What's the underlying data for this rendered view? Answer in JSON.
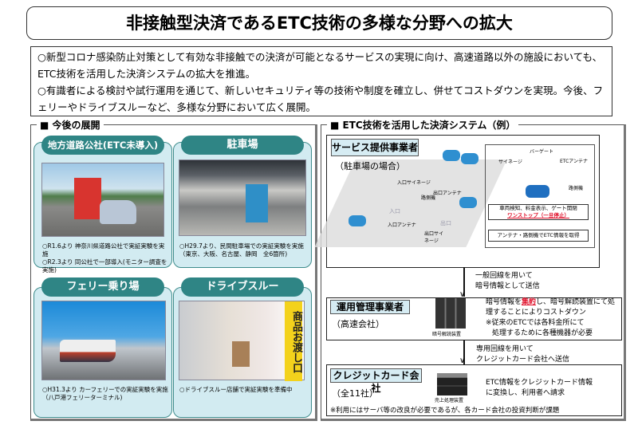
{
  "title": "非接触型決済であるETC技術の多様な分野への拡大",
  "intro": [
    "○新型コロナ感染防止対策として有効な非接触での決済が可能となるサービスの実現に向け、高速道路以外の施設においても、ETC技術を活用した決済システムの拡大を推進。",
    "○有識者による検討や試行運用を通じて、新しいセキュリティ等の技術や制度を確立し、併せてコストダウンを実現。今後、フェリーやドライブスルーなど、多様な分野において広く展開。"
  ],
  "left": {
    "heading": "■ 今後の展開",
    "cards": [
      {
        "title": "地方道路公社(ETC未導入)",
        "caption": [
          "○R1.6より 神奈川県道路公社で実証実験を実施",
          "○R2.3より 同公社で一部導入(モニター調査を実施)"
        ]
      },
      {
        "title": "駐車場",
        "caption": [
          "○H29.7より、民間駐車場での実証実験を実施",
          "（東京、大阪、名古屋、静岡　全6箇所)"
        ]
      },
      {
        "title": "フェリー乗り場",
        "caption": [
          "○H31.3より カーフェリーでの実証実験を実施",
          "（八戸港フェリーターミナル)"
        ]
      },
      {
        "title": "ドライブスルー",
        "caption": [
          "○ドライブスルー店舗で実証実験を準備中"
        ],
        "sign": "商品お渡し口"
      }
    ]
  },
  "right": {
    "heading": "■ ETC技術を活用した決済システム（例）",
    "provider": {
      "label": "サービス提供事業者",
      "sub": "（駐車場の場合）",
      "map_labels": [
        "入口サイネージ",
        "出口アンテナ",
        "路側機",
        "入口",
        "入口アンテナ",
        "出口サイネージ",
        "出口"
      ],
      "detail_labels": [
        "バーゲート",
        "サイネージ",
        "ETCアンテナ",
        "路側機"
      ],
      "step1": "車両検知、料金表示、ゲート開閉",
      "step1_red": "ワンストップ（一旦停止）",
      "step2": "アンテナ・路側機でETC情報を取得"
    },
    "arrow1": [
      "一般回線を用いて",
      "暗号情報として送信"
    ],
    "operator": {
      "label": "運用管理事業者",
      "sub": "（高速会社）",
      "device": "暗号解読装置",
      "text_pre": "暗号情報を",
      "text_red": "集約",
      "text_post": "し、暗号解読装置にて処理することによりコストダウン",
      "note": [
        "※従来のETCでは各料金所にて",
        "処理するために各種機器が必要"
      ]
    },
    "arrow2": [
      "専用回線を用いて",
      "クレジットカード会社へ送信"
    ],
    "card": {
      "label": "クレジットカード会社",
      "sub": "（全11社）",
      "device": "売上処理装置",
      "text": [
        "ETC情報をクレジットカード情報",
        "に変換し、利用者へ請求"
      ],
      "note": "※利用にはサーバ等の改良が必要であるが、各カード会社の投資判断が課題"
    }
  },
  "colors": {
    "teal": "#2f8585",
    "card_bg": "#d2ebf1",
    "label_bg": "#d6ecf3",
    "accent_red": "#e0102a"
  }
}
